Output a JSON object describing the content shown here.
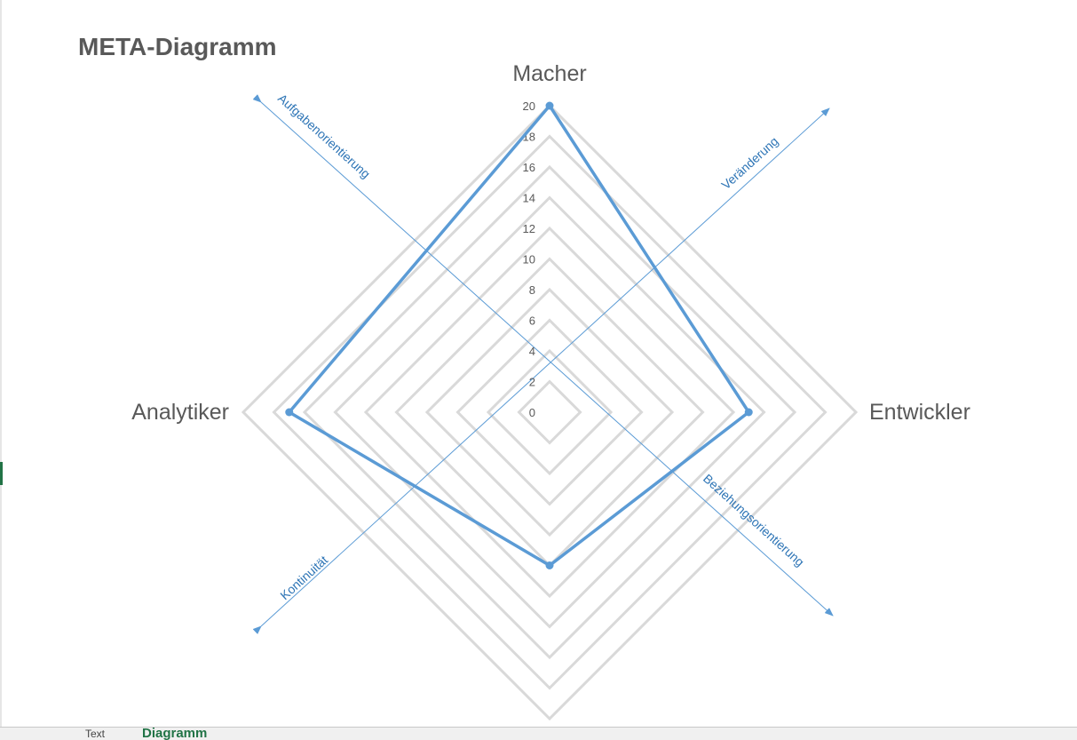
{
  "chart_data": {
    "type": "radar",
    "title": "META-Diagramm",
    "categories": [
      "Macher",
      "Entwickler",
      "Beziehungsorientierung",
      "Analytiker"
    ],
    "axes": [
      "Macher",
      "Entwickler",
      "Analytiker"
    ],
    "radial_range": [
      0,
      20
    ],
    "radial_ticks": [
      0,
      2,
      4,
      6,
      8,
      10,
      12,
      14,
      16,
      18,
      20
    ],
    "series": [
      {
        "values": [
          20,
          13,
          10,
          17
        ],
        "color": "#5b9bd5"
      }
    ],
    "grid": true,
    "diagonal_labels": {
      "top_left": "Aufgabenorientierung",
      "top_right": "Veränderung",
      "bottom_left": "Kontinuität",
      "bottom_right": "Beziehungsorientierung"
    },
    "diagonal_color": "#5b9bd5"
  },
  "sheet_tabs": [
    {
      "label": "Text",
      "active": false
    },
    {
      "label": "Diagramm",
      "active": true
    }
  ]
}
